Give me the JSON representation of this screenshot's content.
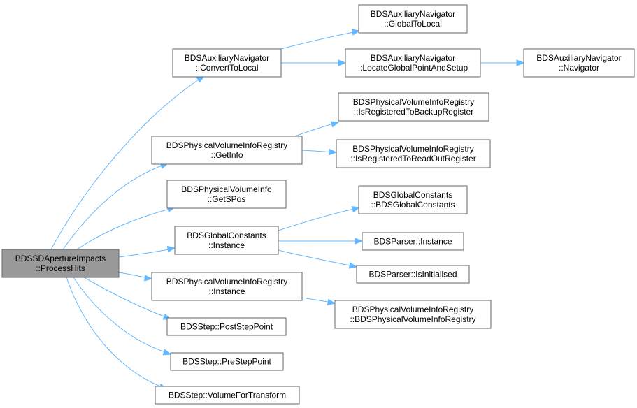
{
  "graph": {
    "nodes": [
      {
        "id": "root",
        "lines": [
          "BDSSDApertureImpacts",
          "::ProcessHits"
        ]
      },
      {
        "id": "convert",
        "lines": [
          "BDSAuxiliaryNavigator",
          "::ConvertToLocal"
        ]
      },
      {
        "id": "g2l",
        "lines": [
          "BDSAuxiliaryNavigator",
          "::GlobalToLocal"
        ]
      },
      {
        "id": "locate",
        "lines": [
          "BDSAuxiliaryNavigator",
          "::LocateGlobalPointAndSetup"
        ]
      },
      {
        "id": "navigator",
        "lines": [
          "BDSAuxiliaryNavigator",
          "::Navigator"
        ]
      },
      {
        "id": "getinfo",
        "lines": [
          "BDSPhysicalVolumeInfoRegistry",
          "::GetInfo"
        ]
      },
      {
        "id": "backup",
        "lines": [
          "BDSPhysicalVolumeInfoRegistry",
          "::IsRegisteredToBackupRegister"
        ]
      },
      {
        "id": "readout",
        "lines": [
          "BDSPhysicalVolumeInfoRegistry",
          "::IsRegisteredToReadOutRegister"
        ]
      },
      {
        "id": "getspos",
        "lines": [
          "BDSPhysicalVolumeInfo",
          "::GetSPos"
        ]
      },
      {
        "id": "gcinst",
        "lines": [
          "BDSGlobalConstants",
          "::Instance"
        ]
      },
      {
        "id": "gcctor",
        "lines": [
          "BDSGlobalConstants",
          "::BDSGlobalConstants"
        ]
      },
      {
        "id": "parserinst",
        "lines": [
          "BDSParser::Instance"
        ]
      },
      {
        "id": "parserinit",
        "lines": [
          "BDSParser::IsInitialised"
        ]
      },
      {
        "id": "pvrinst",
        "lines": [
          "BDSPhysicalVolumeInfoRegistry",
          "::Instance"
        ]
      },
      {
        "id": "pvrctor",
        "lines": [
          "BDSPhysicalVolumeInfoRegistry",
          "::BDSPhysicalVolumeInfoRegistry"
        ]
      },
      {
        "id": "post",
        "lines": [
          "BDSStep::PostStepPoint"
        ]
      },
      {
        "id": "pre",
        "lines": [
          "BDSStep::PreStepPoint"
        ]
      },
      {
        "id": "vft",
        "lines": [
          "BDSStep::VolumeForTransform"
        ]
      }
    ],
    "edges": [
      {
        "from": "root",
        "to": "convert"
      },
      {
        "from": "root",
        "to": "getinfo"
      },
      {
        "from": "root",
        "to": "getspos"
      },
      {
        "from": "root",
        "to": "gcinst"
      },
      {
        "from": "root",
        "to": "pvrinst"
      },
      {
        "from": "root",
        "to": "post"
      },
      {
        "from": "root",
        "to": "pre"
      },
      {
        "from": "root",
        "to": "vft"
      },
      {
        "from": "convert",
        "to": "g2l"
      },
      {
        "from": "convert",
        "to": "locate"
      },
      {
        "from": "locate",
        "to": "navigator"
      },
      {
        "from": "getinfo",
        "to": "backup"
      },
      {
        "from": "getinfo",
        "to": "readout"
      },
      {
        "from": "gcinst",
        "to": "gcctor"
      },
      {
        "from": "gcinst",
        "to": "parserinst"
      },
      {
        "from": "gcinst",
        "to": "parserinit"
      },
      {
        "from": "pvrinst",
        "to": "pvrctor"
      }
    ]
  }
}
